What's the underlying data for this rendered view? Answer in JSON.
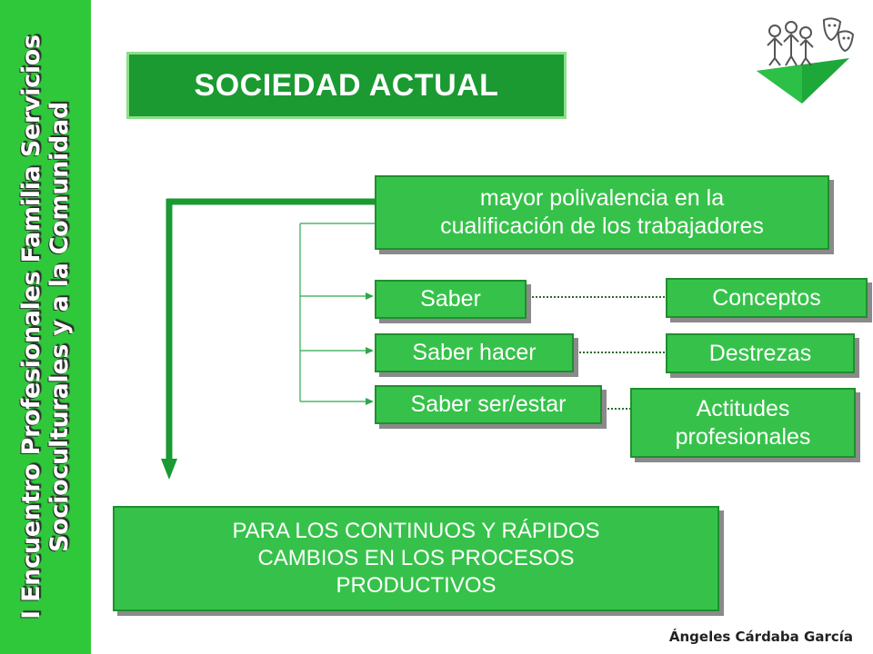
{
  "side_banner": {
    "line1": "I Encuentro Profesionales Familia Servicios",
    "line2": "Socioculturales y a  la  Comunidad"
  },
  "title": "SOCIEDAD ACTUAL",
  "top_box": {
    "line1": "mayor polivalencia en la",
    "line2": "cualificación de los trabajadores"
  },
  "left_items": [
    "Saber",
    "Saber hacer",
    "Saber ser/estar"
  ],
  "right_items": {
    "conceptos": "Conceptos",
    "destrezas": "Destrezas",
    "actitudes_line1": "Actitudes",
    "actitudes_line2": "profesionales"
  },
  "bottom_box": {
    "line1": "PARA LOS CONTINUOS Y RÁPIDOS",
    "line2": "CAMBIOS EN LOS PROCESOS",
    "line3": "PRODUCTIVOS"
  },
  "footer": "Ángeles Cárdaba García",
  "colors": {
    "band_green": "#2fc83a",
    "title_green": "#1a9a31",
    "box_green": "#36c24a",
    "arrow_green": "#1a9a31"
  }
}
